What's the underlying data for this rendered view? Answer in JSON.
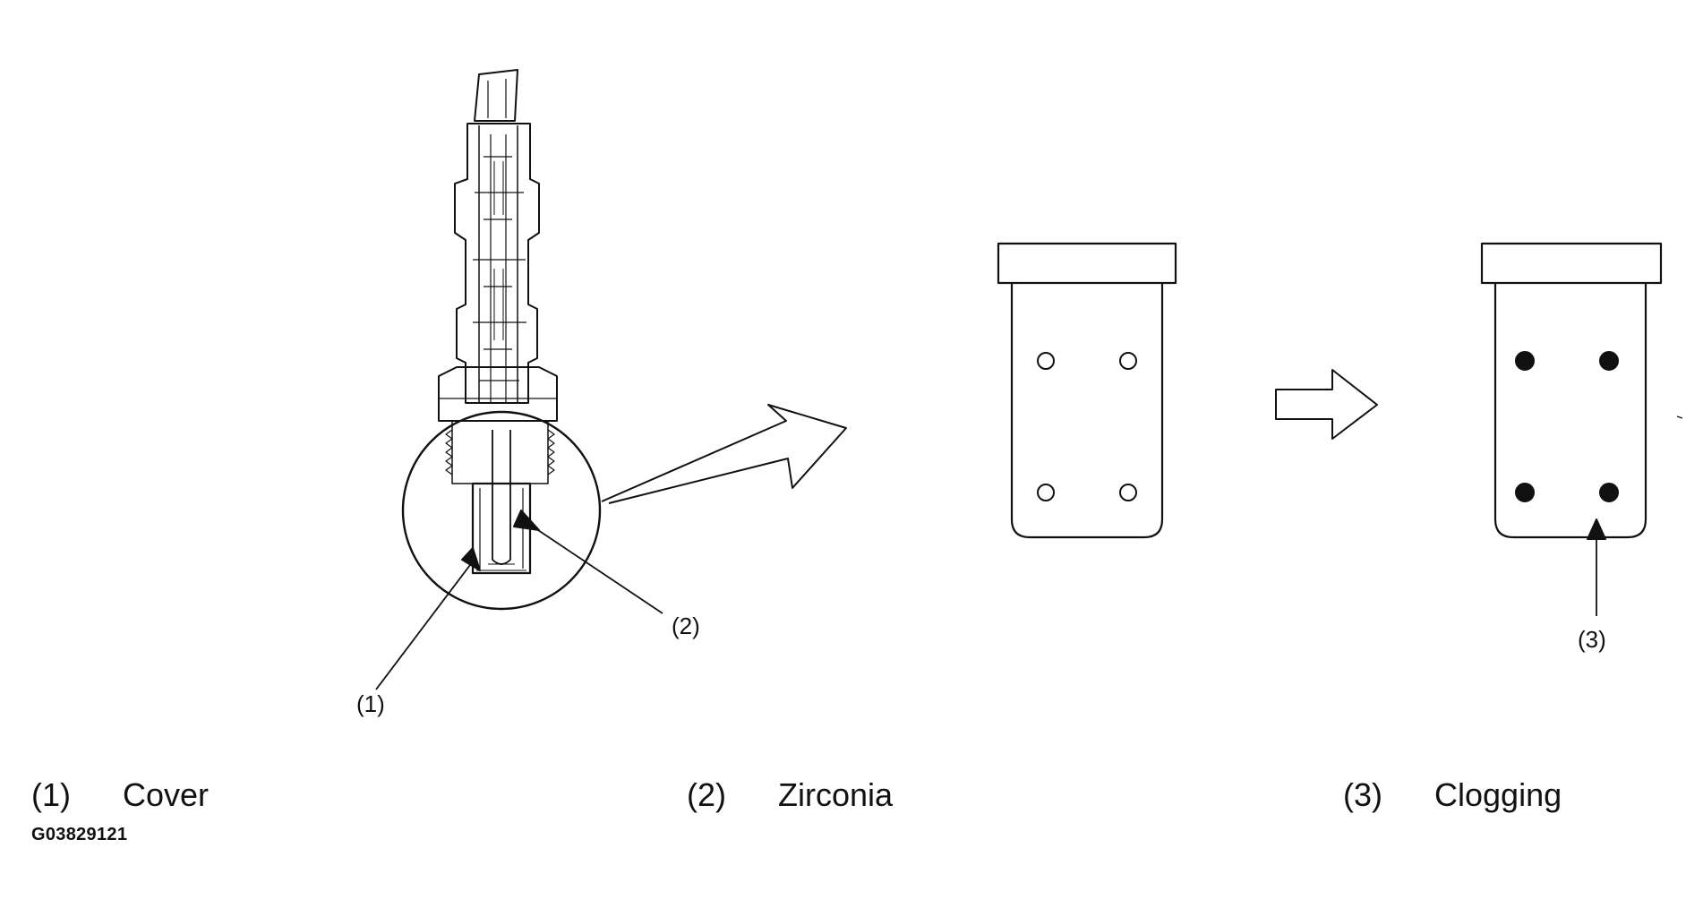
{
  "callouts": {
    "c1": "(1)",
    "c2": "(2)",
    "c3": "(3)"
  },
  "legend": [
    {
      "num": "(1)",
      "label": "Cover"
    },
    {
      "num": "(2)",
      "label": "Zirconia"
    },
    {
      "num": "(3)",
      "label": "Clogging"
    }
  ],
  "figure_id": "G03829121"
}
